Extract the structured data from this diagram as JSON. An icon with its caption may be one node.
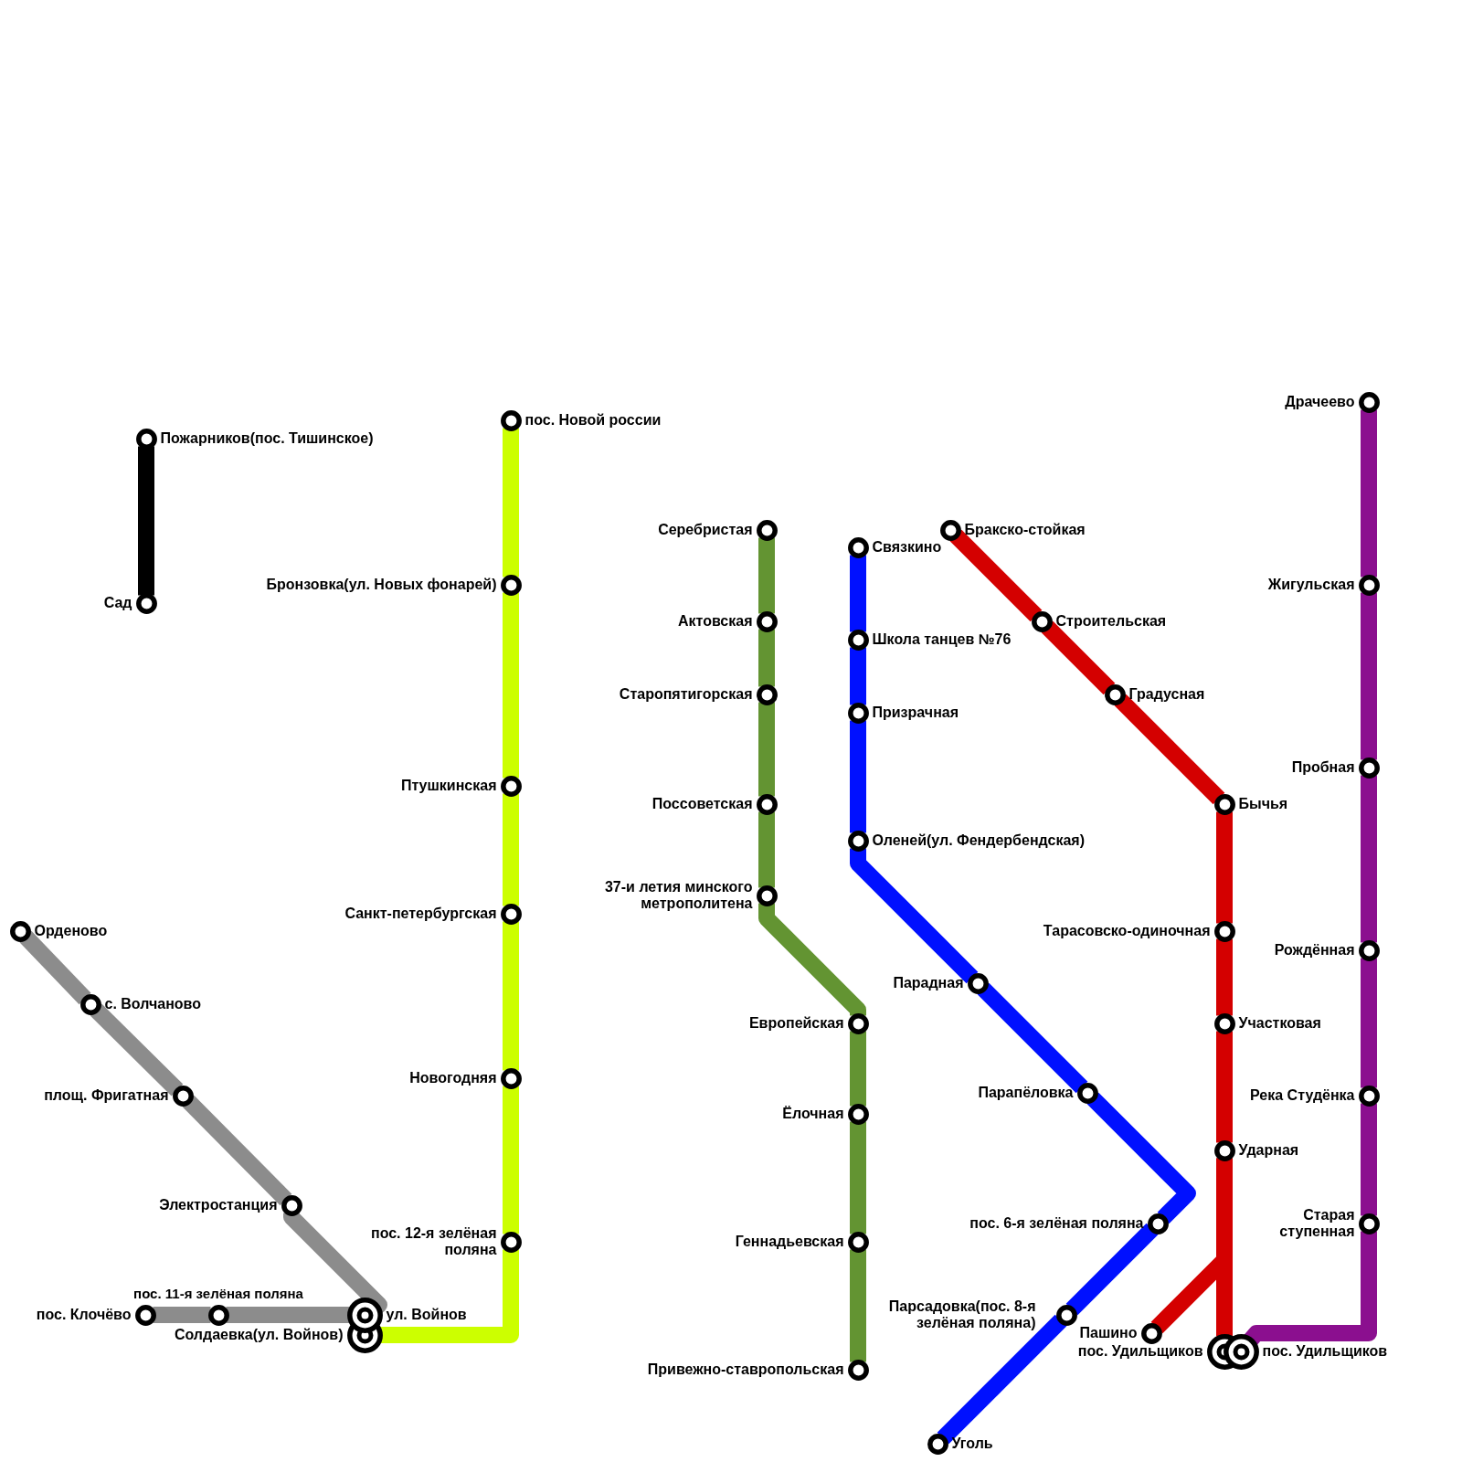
{
  "diagram": {
    "nodes": [
      {
        "text": [
          "Пожарников(пос. Тишинское)"
        ]
      },
      {
        "text": [
          "Сад"
        ]
      },
      {
        "text": [
          "пос. Новой россии"
        ]
      },
      {
        "text": [
          "Бронзовка(ул. Новых фонарей)"
        ]
      },
      {
        "text": [
          "Птушкинская"
        ]
      },
      {
        "text": [
          "Санкт-петербургская"
        ]
      },
      {
        "text": [
          "Новогодняя"
        ]
      },
      {
        "text": [
          "пос. 12-я зелёная поляна"
        ]
      },
      {
        "text": [
          "Солдаевка(ул. Войнов)"
        ]
      },
      {
        "text": [
          "Орденово"
        ]
      },
      {
        "text": [
          "с. Волчаново"
        ]
      },
      {
        "text": [
          "площ. Фригатная"
        ]
      },
      {
        "text": [
          "Электростанция"
        ]
      },
      {
        "text": [
          "ул. Войнов"
        ]
      },
      {
        "text": [
          "пос. Клочёво"
        ]
      },
      {
        "text": [
          "пос. 11-я зелёная поляна"
        ]
      },
      {
        "text": [
          "Серебристая"
        ]
      },
      {
        "text": [
          "Актовская"
        ]
      },
      {
        "text": [
          "Старопятигорская"
        ]
      },
      {
        "text": [
          "Поссоветская"
        ]
      },
      {
        "text": [
          "37-и летия минского метрополитена"
        ]
      },
      {
        "text": [
          "Европейская"
        ]
      },
      {
        "text": [
          "Ёлочная"
        ]
      },
      {
        "text": [
          "Геннадьевская"
        ]
      },
      {
        "text": [
          "Привежно-ставропольская"
        ]
      },
      {
        "text": [
          "Связкино"
        ]
      },
      {
        "text": [
          "Школа танцев №76"
        ]
      },
      {
        "text": [
          "Призрачная"
        ]
      },
      {
        "text": [
          "Оленей(ул. Фендербендская)"
        ]
      },
      {
        "text": [
          "Парадная"
        ]
      },
      {
        "text": [
          "Парапёловка"
        ]
      },
      {
        "text": [
          "пос. 6-я зелёная поляна"
        ]
      },
      {
        "text": [
          "Парсадовка(пос. 8-я зелёная поляна)"
        ]
      },
      {
        "text": [
          "Уголь"
        ]
      },
      {
        "text": [
          "Бракско-стойкая"
        ]
      },
      {
        "text": [
          "Строительская"
        ]
      },
      {
        "text": [
          "Градусная"
        ]
      },
      {
        "text": [
          "Бычья"
        ]
      },
      {
        "text": [
          "Тарасовско-одиночная"
        ]
      },
      {
        "text": [
          "Участковая"
        ]
      },
      {
        "text": [
          "Ударная"
        ]
      },
      {
        "text": [
          "пос. Удильщиков"
        ]
      },
      {
        "text": [
          "Пашино"
        ]
      },
      {
        "text": [
          "Драчеево"
        ]
      },
      {
        "text": [
          "Жигульская"
        ]
      },
      {
        "text": [
          "Пробная"
        ]
      },
      {
        "text": [
          "Рождённая"
        ]
      },
      {
        "text": [
          "Река Студёнка"
        ]
      },
      {
        "text": [
          "Старая ступенная"
        ]
      },
      {
        "text": [
          "пос. Удильщиков"
        ]
      }
    ],
    "edges": [
      {
        "from": 0,
        "to": 1,
        "arrow": "none",
        "color": "#000000"
      },
      {
        "from": 2,
        "to": 3,
        "arrow": "none",
        "color": "#ccff00"
      },
      {
        "from": 3,
        "to": 4,
        "arrow": "none",
        "color": "#ccff00"
      },
      {
        "from": 4,
        "to": 5,
        "arrow": "none",
        "color": "#ccff00"
      },
      {
        "from": 5,
        "to": 6,
        "arrow": "none",
        "color": "#ccff00"
      },
      {
        "from": 6,
        "to": 7,
        "arrow": "none",
        "color": "#ccff00"
      },
      {
        "from": 7,
        "to": 8,
        "arrow": "none",
        "color": "#ccff00"
      },
      {
        "from": 9,
        "to": 10,
        "arrow": "none",
        "color": "#8c8c8c"
      },
      {
        "from": 10,
        "to": 11,
        "arrow": "none",
        "color": "#8c8c8c"
      },
      {
        "from": 11,
        "to": 12,
        "arrow": "none",
        "color": "#8c8c8c"
      },
      {
        "from": 12,
        "to": 13,
        "arrow": "none",
        "color": "#8c8c8c"
      },
      {
        "from": 14,
        "to": 15,
        "arrow": "none",
        "color": "#8c8c8c"
      },
      {
        "from": 15,
        "to": 13,
        "arrow": "none",
        "color": "#8c8c8c"
      },
      {
        "from": 16,
        "to": 17,
        "arrow": "none",
        "color": "#639432"
      },
      {
        "from": 17,
        "to": 18,
        "arrow": "none",
        "color": "#639432"
      },
      {
        "from": 18,
        "to": 19,
        "arrow": "none",
        "color": "#639432"
      },
      {
        "from": 19,
        "to": 20,
        "arrow": "none",
        "color": "#639432"
      },
      {
        "from": 20,
        "to": 21,
        "arrow": "none",
        "color": "#639432"
      },
      {
        "from": 21,
        "to": 22,
        "arrow": "none",
        "color": "#639432"
      },
      {
        "from": 22,
        "to": 23,
        "arrow": "none",
        "color": "#639432"
      },
      {
        "from": 23,
        "to": 24,
        "arrow": "none",
        "color": "#639432"
      },
      {
        "from": 25,
        "to": 26,
        "arrow": "none",
        "color": "#0010ff"
      },
      {
        "from": 26,
        "to": 27,
        "arrow": "none",
        "color": "#0010ff"
      },
      {
        "from": 27,
        "to": 28,
        "arrow": "none",
        "color": "#0010ff"
      },
      {
        "from": 28,
        "to": 29,
        "arrow": "none",
        "color": "#0010ff"
      },
      {
        "from": 29,
        "to": 30,
        "arrow": "none",
        "color": "#0010ff"
      },
      {
        "from": 30,
        "to": 31,
        "arrow": "none",
        "color": "#0010ff"
      },
      {
        "from": 31,
        "to": 32,
        "arrow": "none",
        "color": "#0010ff"
      },
      {
        "from": 32,
        "to": 33,
        "arrow": "none",
        "color": "#0010ff"
      },
      {
        "from": 34,
        "to": 35,
        "arrow": "none",
        "color": "#d40000"
      },
      {
        "from": 35,
        "to": 36,
        "arrow": "none",
        "color": "#d40000"
      },
      {
        "from": 36,
        "to": 37,
        "arrow": "none",
        "color": "#d40000"
      },
      {
        "from": 37,
        "to": 38,
        "arrow": "none",
        "color": "#d40000"
      },
      {
        "from": 38,
        "to": 39,
        "arrow": "none",
        "color": "#d40000"
      },
      {
        "from": 39,
        "to": 40,
        "arrow": "none",
        "color": "#d40000"
      },
      {
        "from": 40,
        "to": 41,
        "arrow": "none",
        "color": "#d40000"
      },
      {
        "from": 40,
        "to": 42,
        "arrow": "none",
        "color": "#d40000"
      },
      {
        "from": 43,
        "to": 44,
        "arrow": "none",
        "color": "#8b0f8f"
      },
      {
        "from": 44,
        "to": 45,
        "arrow": "none",
        "color": "#8b0f8f"
      },
      {
        "from": 45,
        "to": 46,
        "arrow": "none",
        "color": "#8b0f8f"
      },
      {
        "from": 46,
        "to": 47,
        "arrow": "none",
        "color": "#8b0f8f"
      },
      {
        "from": 47,
        "to": 48,
        "arrow": "none",
        "color": "#8b0f8f"
      },
      {
        "from": 48,
        "to": 49,
        "arrow": "none",
        "color": "#8b0f8f"
      }
    ]
  }
}
